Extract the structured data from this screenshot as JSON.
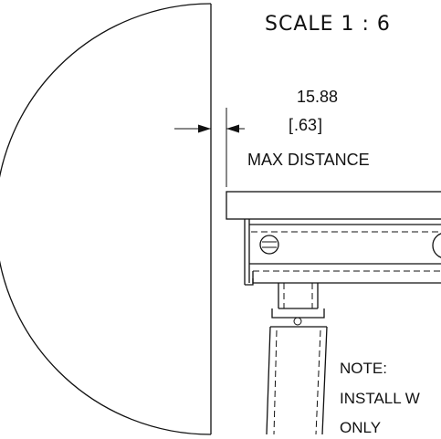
{
  "drawing": {
    "scale_label": "SCALE 1 : 6",
    "dimension": {
      "metric": "15.88",
      "imperial": ".63",
      "label": "MAX DISTANCE"
    },
    "note": {
      "heading": "NOTE:",
      "line1": "INSTALL W",
      "line2": "ONLY"
    }
  }
}
